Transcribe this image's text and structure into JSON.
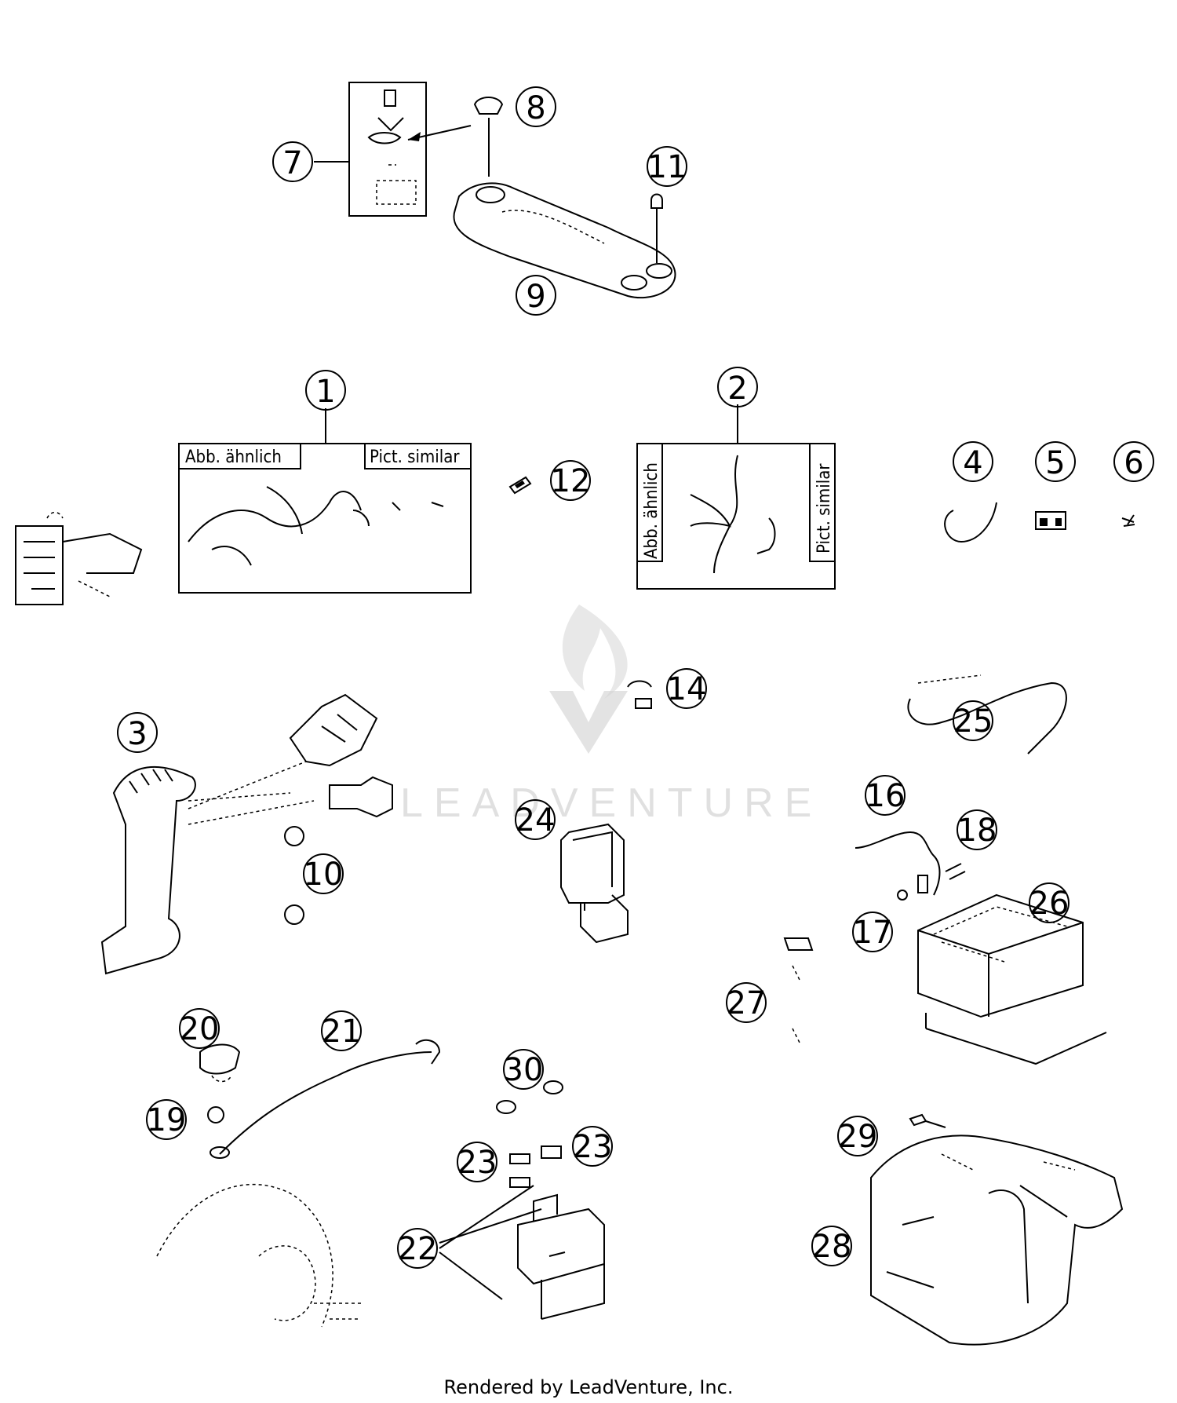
{
  "diagram": {
    "callouts": [
      {
        "id": "1",
        "label": "1"
      },
      {
        "id": "2",
        "label": "2"
      },
      {
        "id": "3",
        "label": "3"
      },
      {
        "id": "4",
        "label": "4"
      },
      {
        "id": "5",
        "label": "5"
      },
      {
        "id": "6",
        "label": "6"
      },
      {
        "id": "7",
        "label": "7"
      },
      {
        "id": "8",
        "label": "8"
      },
      {
        "id": "9",
        "label": "9"
      },
      {
        "id": "10",
        "label": "10"
      },
      {
        "id": "11",
        "label": "11"
      },
      {
        "id": "12",
        "label": "12"
      },
      {
        "id": "14",
        "label": "14"
      },
      {
        "id": "16",
        "label": "16"
      },
      {
        "id": "17",
        "label": "17"
      },
      {
        "id": "18",
        "label": "18"
      },
      {
        "id": "19",
        "label": "19"
      },
      {
        "id": "20",
        "label": "20"
      },
      {
        "id": "21",
        "label": "21"
      },
      {
        "id": "22",
        "label": "22"
      },
      {
        "id": "23a",
        "label": "23"
      },
      {
        "id": "23b",
        "label": "23"
      },
      {
        "id": "24",
        "label": "24"
      },
      {
        "id": "25",
        "label": "25"
      },
      {
        "id": "26",
        "label": "26"
      },
      {
        "id": "27",
        "label": "27"
      },
      {
        "id": "28",
        "label": "28"
      },
      {
        "id": "29",
        "label": "29"
      },
      {
        "id": "30",
        "label": "30"
      }
    ],
    "box1": {
      "left_label": "Abb. ähnlich",
      "right_label": "Pict. similar"
    },
    "box2": {
      "left_label": "Abb. ähnlich",
      "right_label": "Pict. similar"
    },
    "watermark": "LEADVENTURE",
    "credit": "Rendered by LeadVenture, Inc."
  }
}
